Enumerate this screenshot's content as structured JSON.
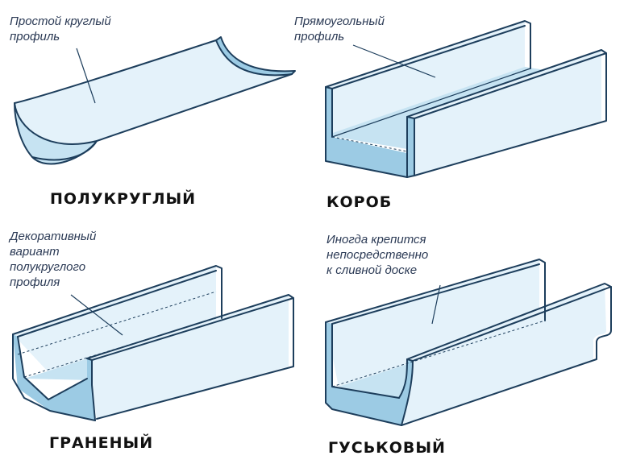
{
  "profiles": [
    {
      "id": "half-round",
      "caption": "ПОЛУКРУГЛЫЙ",
      "note": [
        "Простой круглый",
        "профиль"
      ]
    },
    {
      "id": "box",
      "caption": "КОРОБ",
      "note": [
        "Прямоугольный",
        "профиль"
      ]
    },
    {
      "id": "faceted",
      "caption": "ГРАНЕНЫЙ",
      "note": [
        "Декоративный",
        "вариант",
        "полукруглого",
        "профиля"
      ]
    },
    {
      "id": "ogee",
      "caption": "ГУСЬКОВЫЙ",
      "note": [
        "Иногда крепится",
        "непосредственно",
        "к сливной доске"
      ]
    }
  ],
  "colors": {
    "metal_light": "#e4f2fa",
    "metal_mid": "#c6e3f2",
    "metal_dark": "#9ccbe4",
    "outline": "#1d3e5c"
  }
}
